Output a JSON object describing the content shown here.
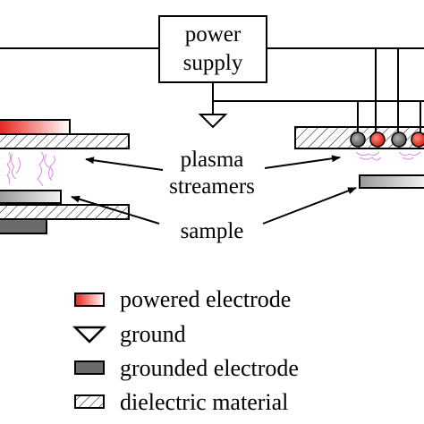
{
  "diagram": {
    "power_supply_line1": "power",
    "power_supply_line2": "supply",
    "plasma_line1": "plasma",
    "plasma_line2": "streamers",
    "sample": "sample"
  },
  "legend": {
    "powered_electrode": "powered electrode",
    "ground": "ground",
    "grounded_electrode": "grounded electrode",
    "dielectric_material": "dielectric material"
  },
  "colors": {
    "powered_red": "#e8201a",
    "grounded_gray": "#6b6b6b",
    "streamer_pink": "#d070d8"
  }
}
